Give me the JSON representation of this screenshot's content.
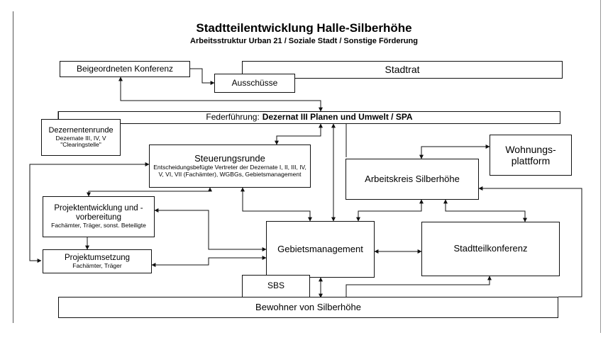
{
  "title": "Stadtteilentwicklung Halle-Silberhöhe",
  "subtitle": "Arbeitsstruktur Urban 21 / Soziale Stadt / Sonstige Förderung",
  "nodes": {
    "beigeordneten": "Beigeordneten Konferenz",
    "ausschuesse": "Ausschüsse",
    "stadtrat": "Stadtrat",
    "federfuehrung_prefix": "Federführung:",
    "federfuehrung_bold": "Dezernat III Planen und Umwelt / SPA",
    "dezernentenrunde": "Dezernentenrunde",
    "dezernentenrunde_sub1": "Dezernate III, IV, V",
    "dezernentenrunde_sub2": "\"Clearingstelle\"",
    "steuerungsrunde": "Steuerungsrunde",
    "steuerungsrunde_sub": "Entscheidungsbefügte Vertreter der Dezernate I, II, III, IV, V, VI, VII (Fachämter), WGBGs, Gebietsmanagement",
    "wohnungsplattform": "Wohnungs-plattform",
    "arbeitskreis": "Arbeitskreis Silberhöhe",
    "projektentwicklung": "Projektentwicklung und -vorbereitung",
    "projektentwicklung_sub": "Fachämter, Träger, sonst. Beteiligte",
    "projektumsetzung": "Projektumsetzung",
    "projektumsetzung_sub": "Fachämter, Träger",
    "gebietsmanagement": "Gebietsmanagement",
    "stadtteilkonferenz": "Stadtteilkonferenz",
    "sbs": "SBS",
    "bewohner": "Bewohner von Silberhöhe"
  }
}
